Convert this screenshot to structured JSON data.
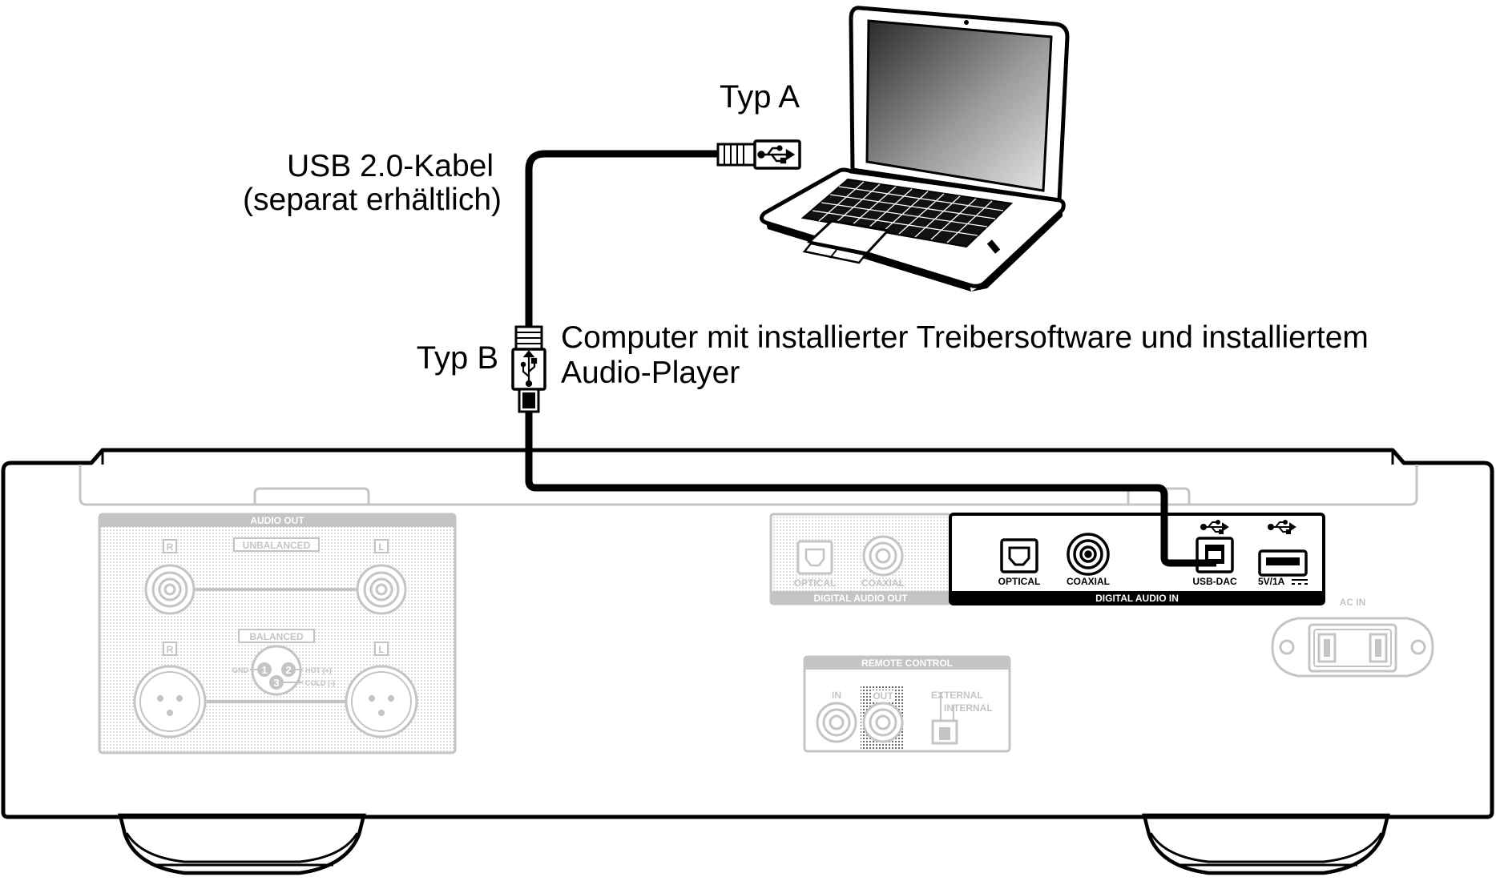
{
  "callouts": {
    "type_a": "Typ A",
    "type_b": "Typ B",
    "cable_line1": "USB 2.0-Kabel",
    "cable_line2": "(separat erhältlich)",
    "computer_line1": "Computer mit installierter Treibersoftware und installiertem",
    "computer_line2": "Audio-Player"
  },
  "rear_panel": {
    "audio_out": {
      "title": "AUDIO OUT",
      "unbalanced": "UNBALANCED",
      "balanced": "BALANCED",
      "right": "R",
      "left": "L",
      "gnd": "GND",
      "hot": "HOT (+)",
      "cold": "COLD (-)",
      "pin1": "1",
      "pin2": "2",
      "pin3": "3"
    },
    "digital_audio_out": {
      "title": "DIGITAL AUDIO OUT",
      "optical": "OPTICAL",
      "coaxial": "COAXIAL"
    },
    "digital_audio_in": {
      "title": "DIGITAL AUDIO IN",
      "optical": "OPTICAL",
      "coaxial": "COAXIAL",
      "usb_dac": "USB-DAC",
      "usb_power": "5V/1A"
    },
    "remote_control": {
      "title": "REMOTE CONTROL",
      "in": "IN",
      "out": "OUT",
      "external": "EXTERNAL",
      "internal": "INTERNAL"
    },
    "ac_in": "AC IN"
  },
  "colors": {
    "line": "#000000",
    "faint": "#c4c4c4",
    "background": "#ffffff"
  }
}
